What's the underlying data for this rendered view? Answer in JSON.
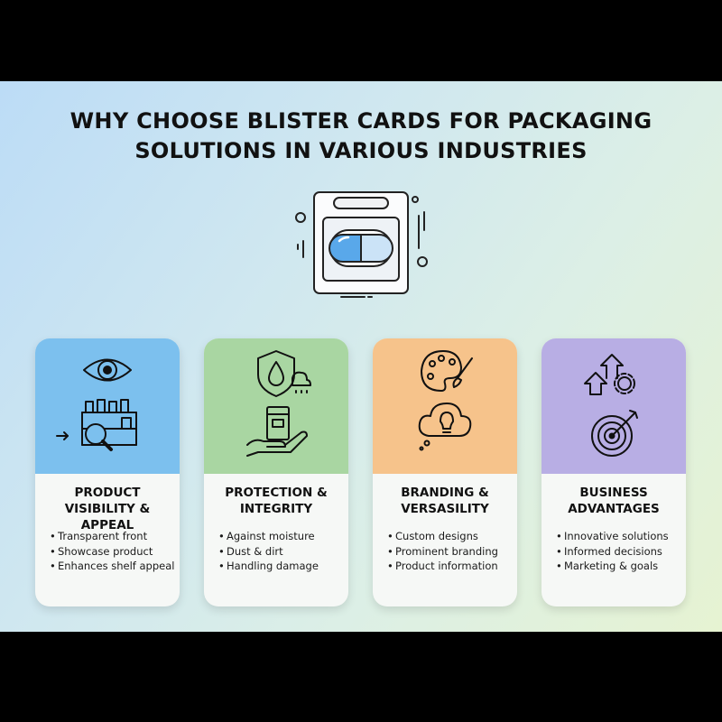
{
  "title_line1": "WHY CHOOSE BLISTER CARDS FOR PACKAGING",
  "title_line2": "SOLUTIONS IN VARIOUS INDUSTRIES",
  "colors": {
    "blue": "#7cc0ee",
    "green": "#a9d6a2",
    "orange": "#f6c38b",
    "purple": "#b8aee4"
  },
  "cards": [
    {
      "title_line1": "PRODUCT",
      "title_line2": "VISIBILITY & APPEAL",
      "icons": [
        "eye-icon",
        "shelf-search-icon"
      ],
      "items": [
        "Transparent front",
        "Showcase product",
        "Enhances shelf appeal"
      ]
    },
    {
      "title_line1": "PROTECTION &",
      "title_line2": "INTEGRITY",
      "icons": [
        "shield-drop-icon",
        "hand-package-icon"
      ],
      "items": [
        "Against moisture",
        "Dust & dirt",
        "Handling damage"
      ]
    },
    {
      "title_line1": "BRANDING &",
      "title_line2": "VERSASILITY",
      "icons": [
        "palette-brush-icon",
        "idea-cloud-icon"
      ],
      "items": [
        "Custom designs",
        "Prominent branding",
        "Product information"
      ]
    },
    {
      "title_line1": "BUSINESS",
      "title_line2": "ADVANTAGES",
      "icons": [
        "growth-gear-icon",
        "target-icon"
      ],
      "items": [
        "Innovative solutions",
        "Informed decisions",
        "Marketing & goals"
      ]
    }
  ]
}
